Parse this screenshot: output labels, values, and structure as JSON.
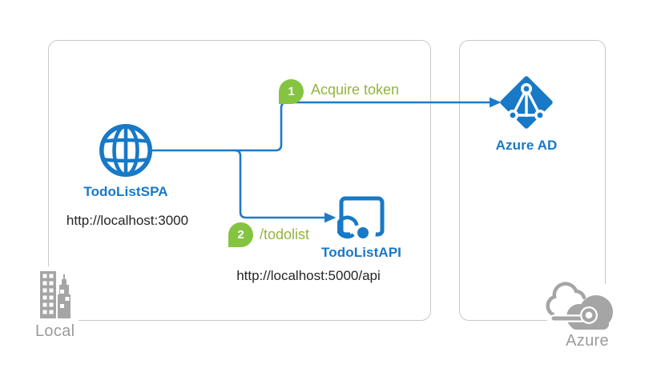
{
  "zones": {
    "local": {
      "label": "Local"
    },
    "azure": {
      "label": "Azure"
    }
  },
  "nodes": {
    "spa": {
      "title": "TodoListSPA",
      "url": "http://localhost:3000",
      "icon": "globe-icon"
    },
    "api": {
      "title": "TodoListAPI",
      "url": "http://localhost:5000/api",
      "icon": "api-app-icon"
    },
    "aad": {
      "title": "Azure AD",
      "icon": "azure-ad-icon"
    }
  },
  "steps": [
    {
      "num": "1",
      "label": "Acquire token"
    },
    {
      "num": "2",
      "label": "/todolist"
    }
  ],
  "icons": {
    "local_zone": "buildings-icon",
    "azure_zone": "cloud-icon"
  },
  "colors": {
    "blue": "#1879c6",
    "line_blue": "#1e7ac9",
    "badge_green": "#84c441",
    "label_green": "#94b43c",
    "icon_gray": "#a5a5a5",
    "text_gray": "#9b9b9b",
    "box_border": "#c9c9c9",
    "text_dark": "#252525"
  }
}
